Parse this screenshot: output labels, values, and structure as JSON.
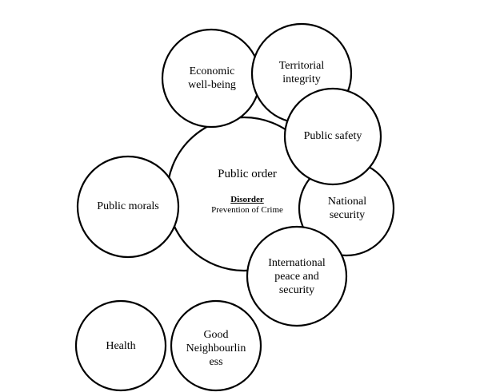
{
  "diagram": {
    "central": {
      "title": "Public order",
      "sub_heading": "Disorder",
      "sub_text": "Prevention of Crime"
    },
    "nodes": {
      "economic": "Economic well-being",
      "territorial": "Territorial integrity",
      "public_safety": "Public safety",
      "national_security": "National security",
      "international": "International peace and security",
      "public_morals": "Public morals",
      "health": "Health",
      "good_neighbourliness": "Good Neighbourlin ess"
    }
  }
}
